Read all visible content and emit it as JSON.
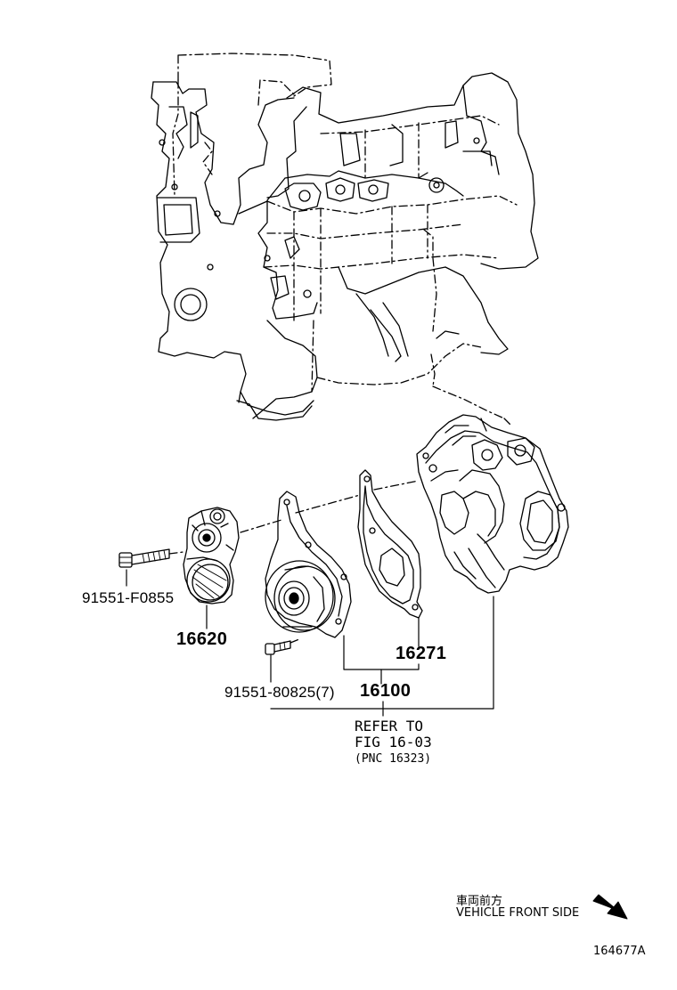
{
  "parts": {
    "bolt_tensioner": "91551-F0855",
    "tensioner_assy": "16620",
    "gasket": "16271",
    "bolt_pump": "91551-80825(7)",
    "water_pump_assy": "16100"
  },
  "reference": {
    "line1": "REFER TO",
    "line2": "FIG 16-03",
    "line3": "(PNC 16323)"
  },
  "orientation": {
    "japanese": "車両前方",
    "english": "VEHICLE FRONT SIDE",
    "arrow_icon": "arrow-down-right-icon"
  },
  "diagram_id": "164677A"
}
